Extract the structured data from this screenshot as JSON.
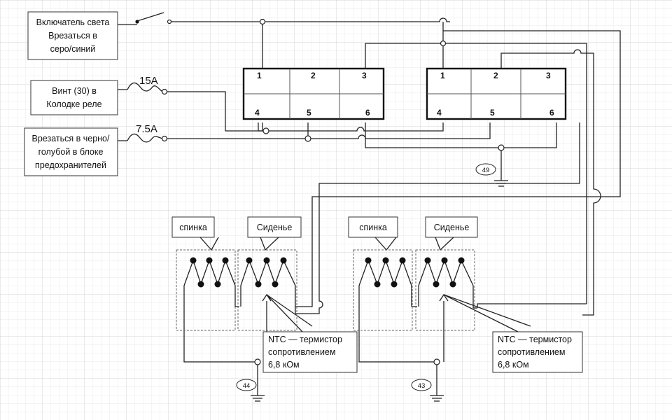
{
  "notes": {
    "switch": [
      "Включатель света",
      "Врезаться в",
      "серо/синий"
    ],
    "screw": [
      "Винт (30) в",
      "Колодке реле"
    ],
    "fuse_block": [
      "Врезаться в черно/",
      "голубой в блоке",
      "предохранителей"
    ],
    "ntc_left": [
      "NTC — термистор",
      "сопротивлением",
      "6,8 кОм"
    ],
    "ntc_right": [
      "NTC — термистор",
      "сопротивлением",
      "6,8 кОм"
    ]
  },
  "fuses": {
    "f1": "15A",
    "f2": "7.5A"
  },
  "relays": {
    "left": [
      "1",
      "2",
      "3",
      "4",
      "5",
      "6"
    ],
    "right": [
      "1",
      "2",
      "3",
      "4",
      "5",
      "6"
    ]
  },
  "heaters": {
    "l_back": "спинка",
    "l_seat": "Сиденье",
    "r_back": "спинка",
    "r_seat": "Сиденье"
  },
  "grounds": {
    "g49": "49",
    "g44": "44",
    "g43": "43"
  }
}
